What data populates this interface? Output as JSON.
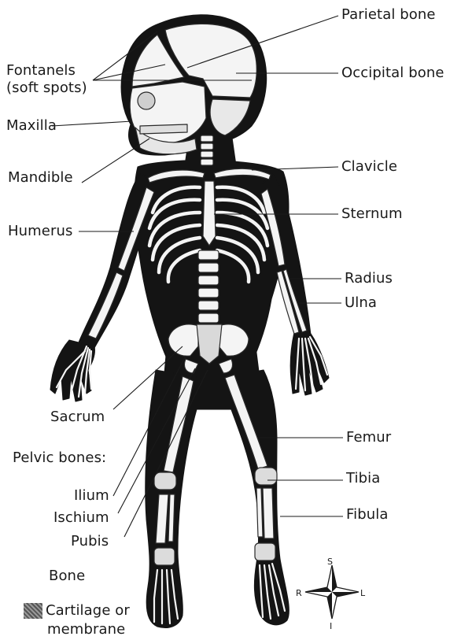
{
  "labels": {
    "parietal": "Parietal bone",
    "occipital": "Occipital bone",
    "fontanels": "Fontanels",
    "fontanels_sub": "(soft spots)",
    "maxilla": "Maxilla",
    "mandible": "Mandible",
    "clavicle": "Clavicle",
    "sternum": "Sternum",
    "humerus": "Humerus",
    "radius": "Radius",
    "ulna": "Ulna",
    "sacrum": "Sacrum",
    "pelvic": "Pelvic bones:",
    "ilium": "Ilium",
    "ischium": "Ischium",
    "pubis": "Pubis",
    "femur": "Femur",
    "tibia": "Tibia",
    "fibula": "Fibula"
  },
  "legend": {
    "bone": "Bone",
    "cartilage_line1": "Cartilage or",
    "cartilage_line2": "membrane"
  },
  "compass": {
    "superior": "S",
    "inferior": "I",
    "right": "R",
    "left": "L"
  },
  "colors": {
    "cartilage": "#141414",
    "bone": "#f4f4f4",
    "ink": "#1a1a1a"
  }
}
